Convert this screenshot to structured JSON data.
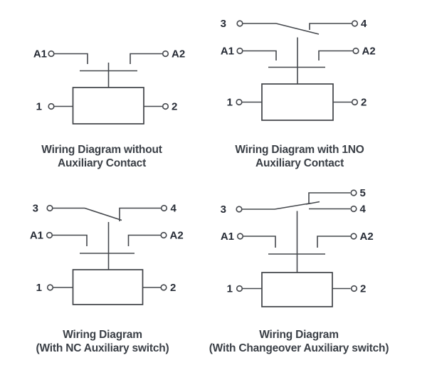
{
  "colors": {
    "background": "#ffffff",
    "wire": "#45484d",
    "terminal_label": "#262b35",
    "caption": "#3a3f46"
  },
  "diagrams": [
    {
      "caption": [
        "Wiring Diagram without",
        "Auxiliary Contact"
      ],
      "terminals": {
        "a1": "A1",
        "a2": "A2",
        "t1": "1",
        "t2": "2"
      }
    },
    {
      "caption": [
        "Wiring Diagram with 1NO",
        "Auxiliary Contact"
      ],
      "terminals": {
        "t3": "3",
        "t4": "4",
        "a1": "A1",
        "a2": "A2",
        "t1": "1",
        "t2": "2"
      }
    },
    {
      "caption": [
        "Wiring Diagram",
        "(With NC Auxiliary switch)"
      ],
      "terminals": {
        "t3": "3",
        "t4": "4",
        "a1": "A1",
        "a2": "A2",
        "t1": "1",
        "t2": "2"
      }
    },
    {
      "caption": [
        "Wiring Diagram",
        "(With Changeover Auxiliary switch)"
      ],
      "terminals": {
        "t5": "5",
        "t3": "3",
        "t4": "4",
        "a1": "A1",
        "a2": "A2",
        "t1": "1",
        "t2": "2"
      }
    }
  ]
}
